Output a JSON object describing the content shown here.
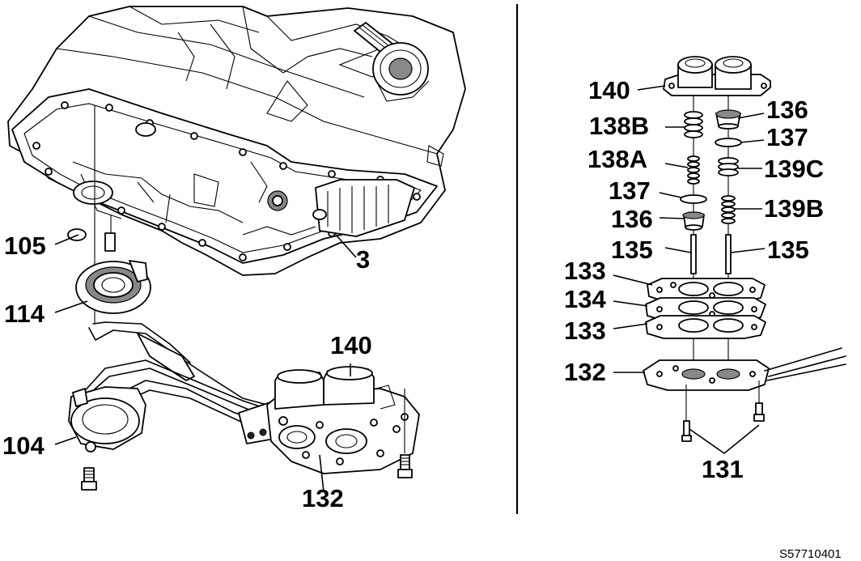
{
  "labels": {
    "l105": "105",
    "l114": "114",
    "l104": "104",
    "l3": "3",
    "l140_left": "140",
    "l132_left": "132",
    "l140_right": "140",
    "l136_top": "136",
    "l138B": "138B",
    "l137_top": "137",
    "l138A": "138A",
    "l139C": "139C",
    "l137_mid": "137",
    "l136_mid": "136",
    "l139B": "139B",
    "l135_left": "135",
    "l135_right": "135",
    "l133_top": "133",
    "l134": "134",
    "l133_bot": "133",
    "l132_right": "132",
    "l131": "131"
  },
  "figure_ref": "S57710401"
}
